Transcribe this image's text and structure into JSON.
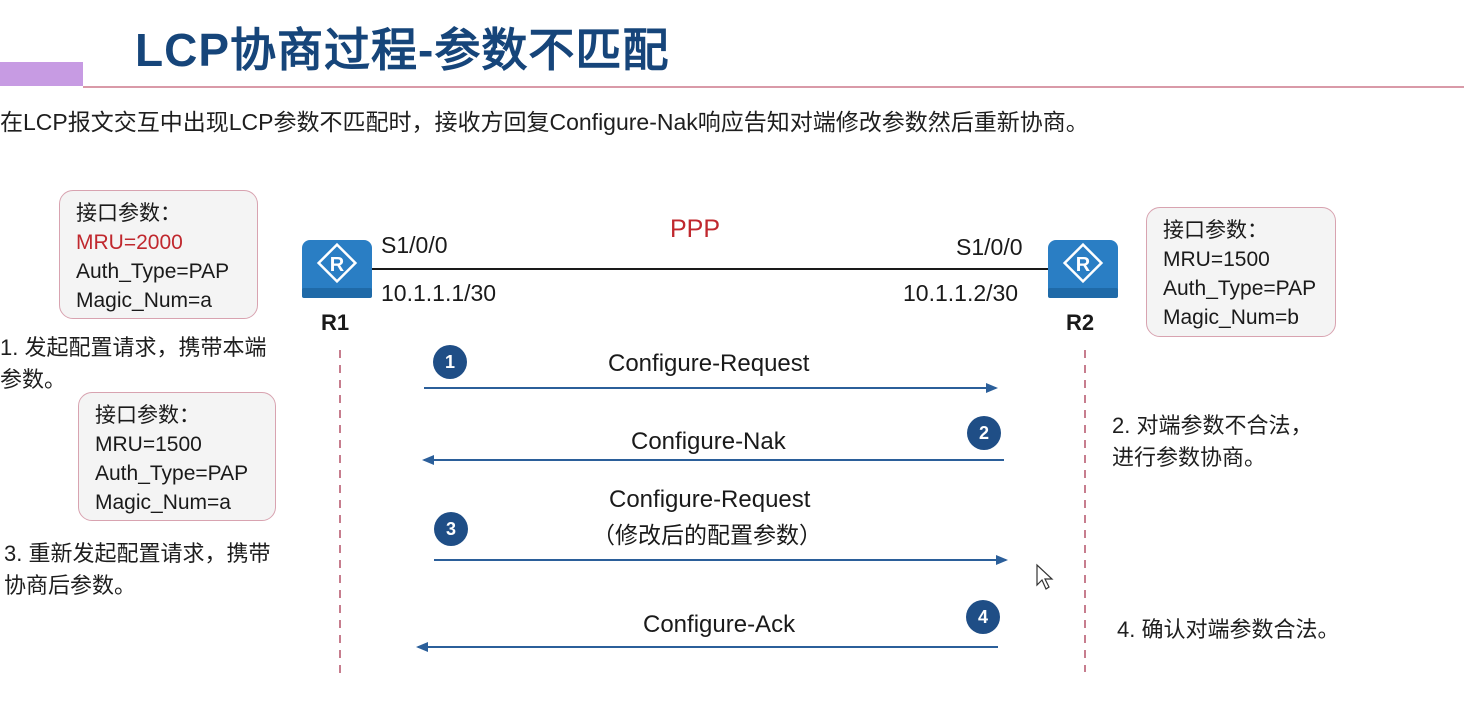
{
  "title": "LCP协商过程-参数不匹配",
  "subtitle": "在LCP报文交互中出现LCP参数不匹配时，接收方回复Configure-Nak响应告知对端修改参数然后重新协商。",
  "link": {
    "label": "PPP"
  },
  "r1": {
    "name": "R1",
    "interface": "S1/0/0",
    "ip": "10.1.1.1/30",
    "params": {
      "heading": "接口参数：",
      "mru": "MRU=2000",
      "auth": "Auth_Type=PAP",
      "magic": "Magic_Num=a"
    }
  },
  "r2": {
    "name": "R2",
    "interface": "S1/0/0",
    "ip": "10.1.1.2/30",
    "params": {
      "heading": "接口参数：",
      "mru": "MRU=1500",
      "auth": "Auth_Type=PAP",
      "magic": "Magic_Num=b"
    }
  },
  "r1_new_params": {
    "heading": "接口参数：",
    "mru": "MRU=1500",
    "auth": "Auth_Type=PAP",
    "magic": "Magic_Num=a"
  },
  "messages": [
    {
      "step": "1",
      "label": "Configure-Request",
      "direction": "R1→R2"
    },
    {
      "step": "2",
      "label": "Configure-Nak",
      "direction": "R2→R1"
    },
    {
      "step": "3",
      "label": "Configure-Request",
      "sublabel": "（修改后的配置参数）",
      "direction": "R1→R2"
    },
    {
      "step": "4",
      "label": "Configure-Ack",
      "direction": "R2→R1"
    }
  ],
  "notes": {
    "n1_line1": "1. 发起配置请求，携带本端",
    "n1_line2": "参数。",
    "n2_line1": "2. 对端参数不合法，",
    "n2_line2": "进行参数协商。",
    "n3_line1": "3. 重新发起配置请求，携带",
    "n3_line2": "协商后参数。",
    "n4": "4. 确认对端参数合法。"
  },
  "colors": {
    "title": "#16457a",
    "accent": "#c79be3",
    "rule": "#d99aa8",
    "router": "#2a7ec4",
    "arrow": "#2b5f9a",
    "step_circle": "#1f4e86",
    "highlight": "#c0282e",
    "link_label": "#c0282e",
    "timeline": "#c77d8e"
  },
  "icons": {
    "router": "router-icon",
    "cursor": "mouse-cursor-icon"
  }
}
